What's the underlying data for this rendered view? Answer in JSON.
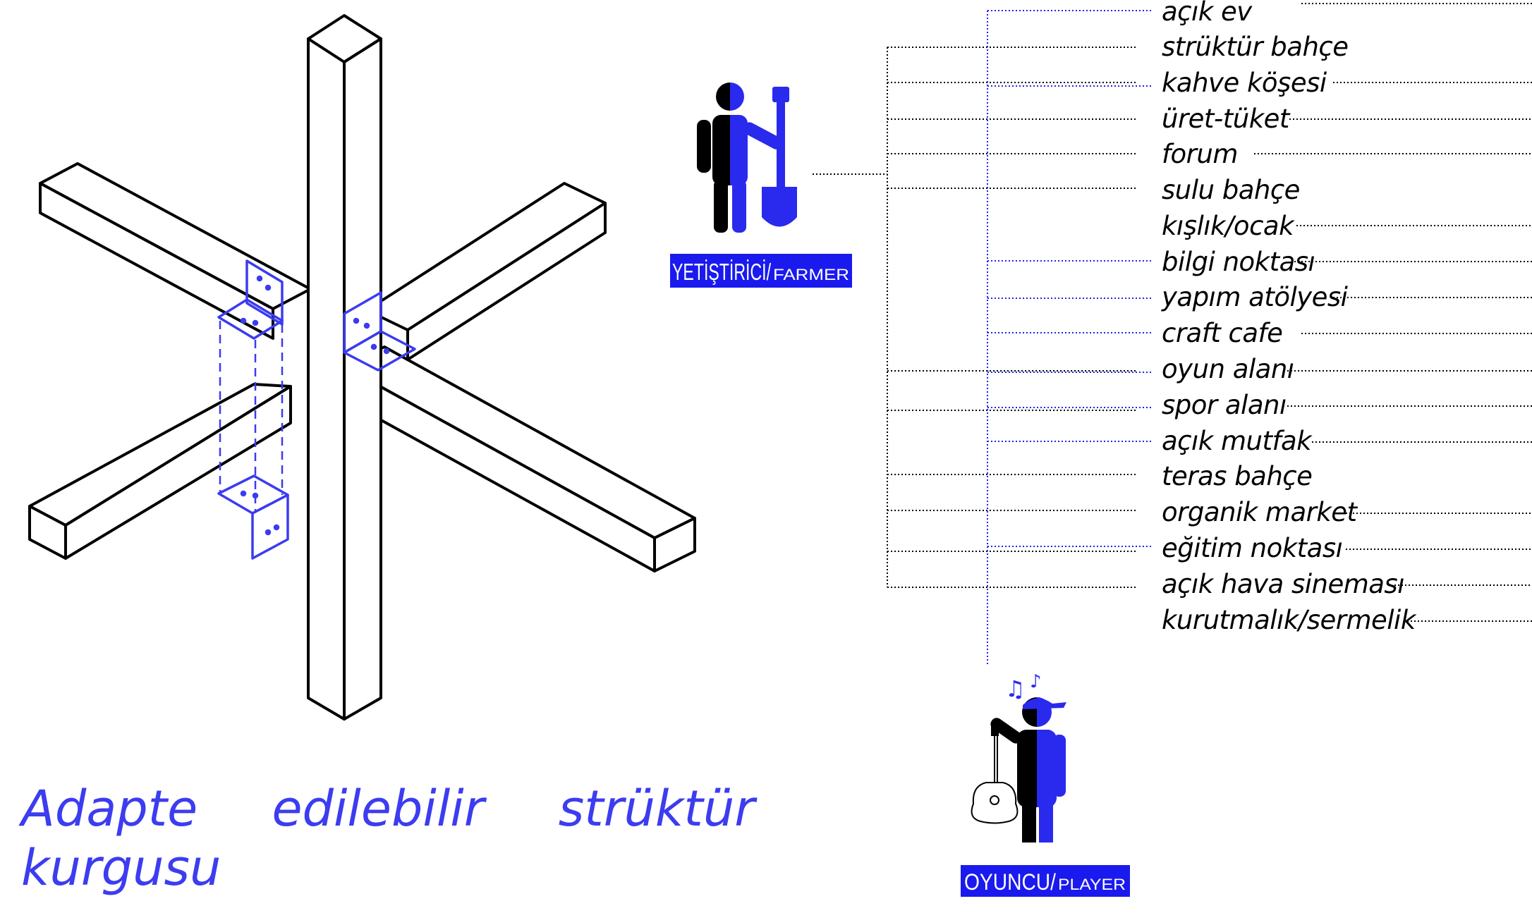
{
  "caption": "Adapte edilebilir strüktür kurgusu",
  "roles": {
    "farmer": {
      "main": "YETİŞTİRİCİ/",
      "sub": "FARMER"
    },
    "player": {
      "main": "OYUNCU/",
      "sub": "PLAYER"
    }
  },
  "functions": [
    "açık ev",
    "strüktür bahçe",
    "kahve köşesi",
    "üret-tüket",
    "forum",
    "sulu bahçe",
    "kışlık/ocak",
    "bilgi noktası",
    "yapım atölyesi",
    "craft cafe",
    "oyun alanı",
    "spor alanı",
    "açık mutfak",
    "teras bahçe",
    "organik market",
    "eğitim noktası",
    "açık hava sineması",
    "kurutmalık/sermelik"
  ],
  "colors": {
    "accent": "#2222ee",
    "ink": "#000000",
    "role_bg": "#1a1aee"
  },
  "icons": [
    "farmer-figure-icon",
    "shovel-icon",
    "player-figure-icon",
    "guitar-icon",
    "music-notes-icon",
    "cap-icon"
  ]
}
